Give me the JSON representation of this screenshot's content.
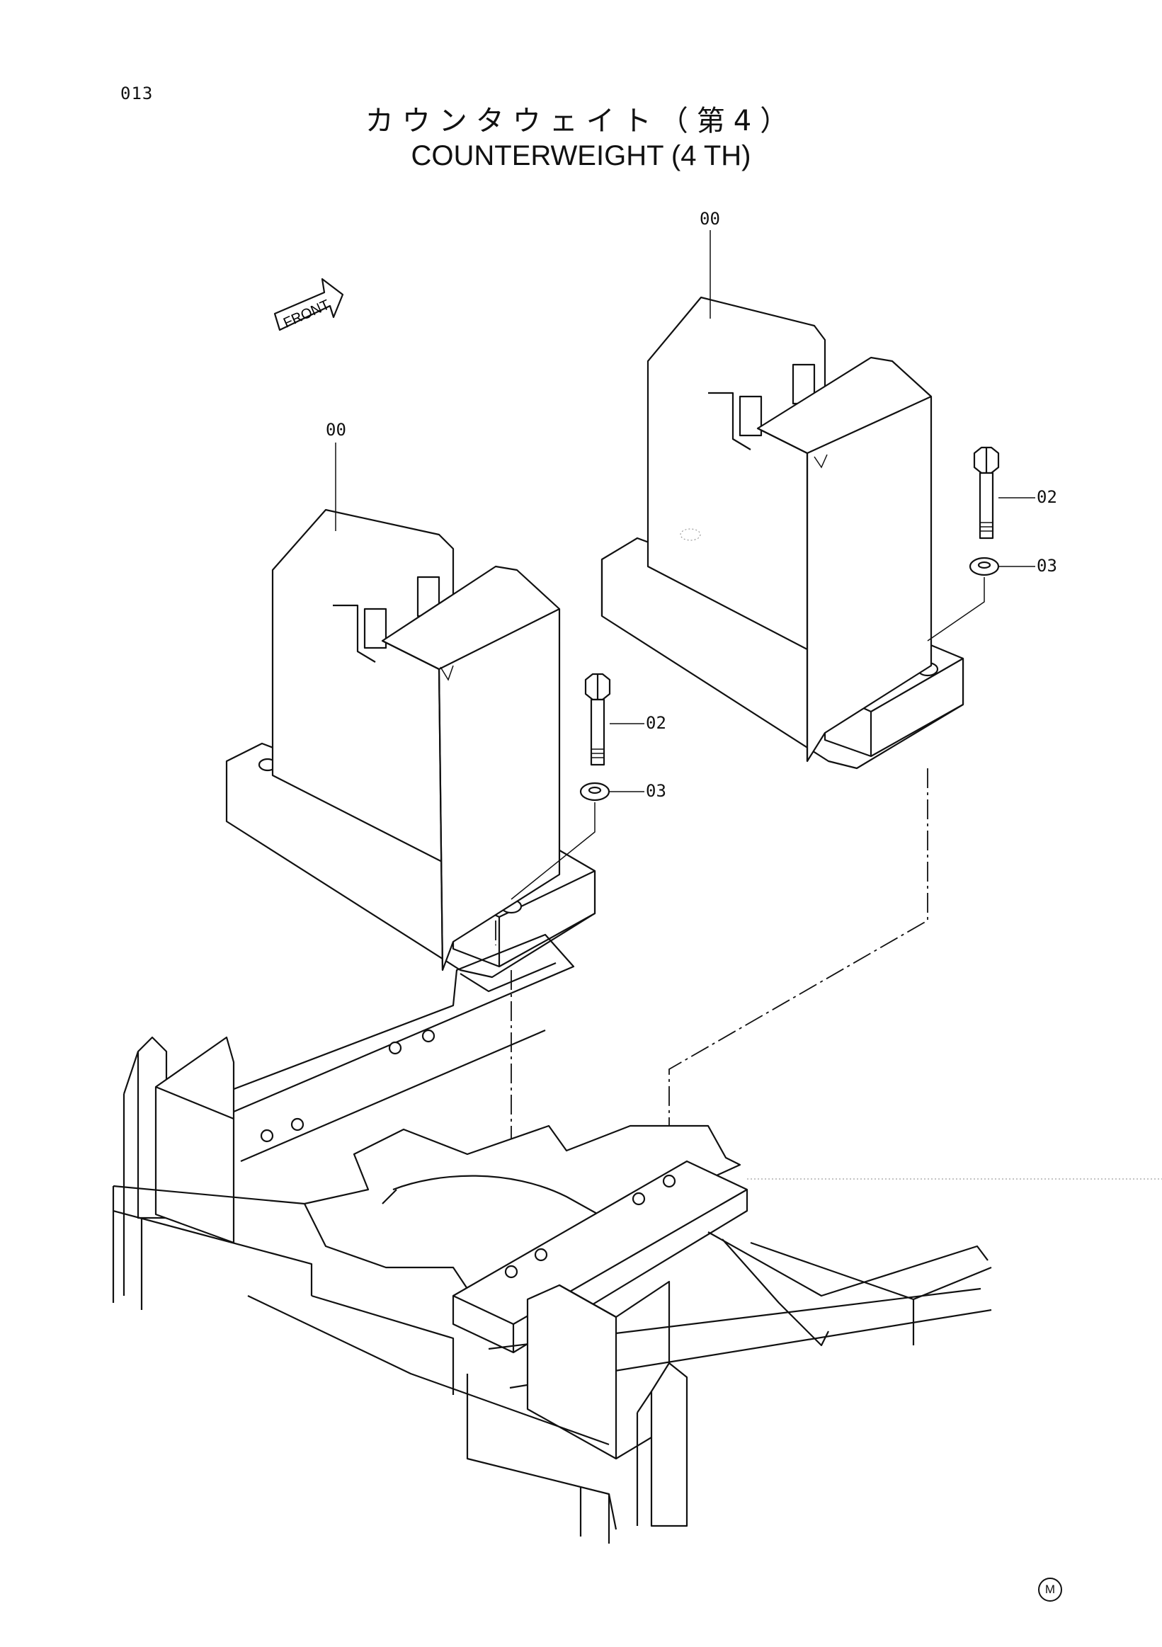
{
  "page_number": "013",
  "title_jp": "カウンタウェイト（第4）",
  "title_en": "COUNTERWEIGHT (4 TH)",
  "front_label": "FRONT",
  "callouts": {
    "weight_right": "00",
    "weight_left": "00",
    "bolt_right": "02",
    "washer_right": "03",
    "bolt_left": "02",
    "washer_left": "03"
  },
  "corner_mark": "M"
}
